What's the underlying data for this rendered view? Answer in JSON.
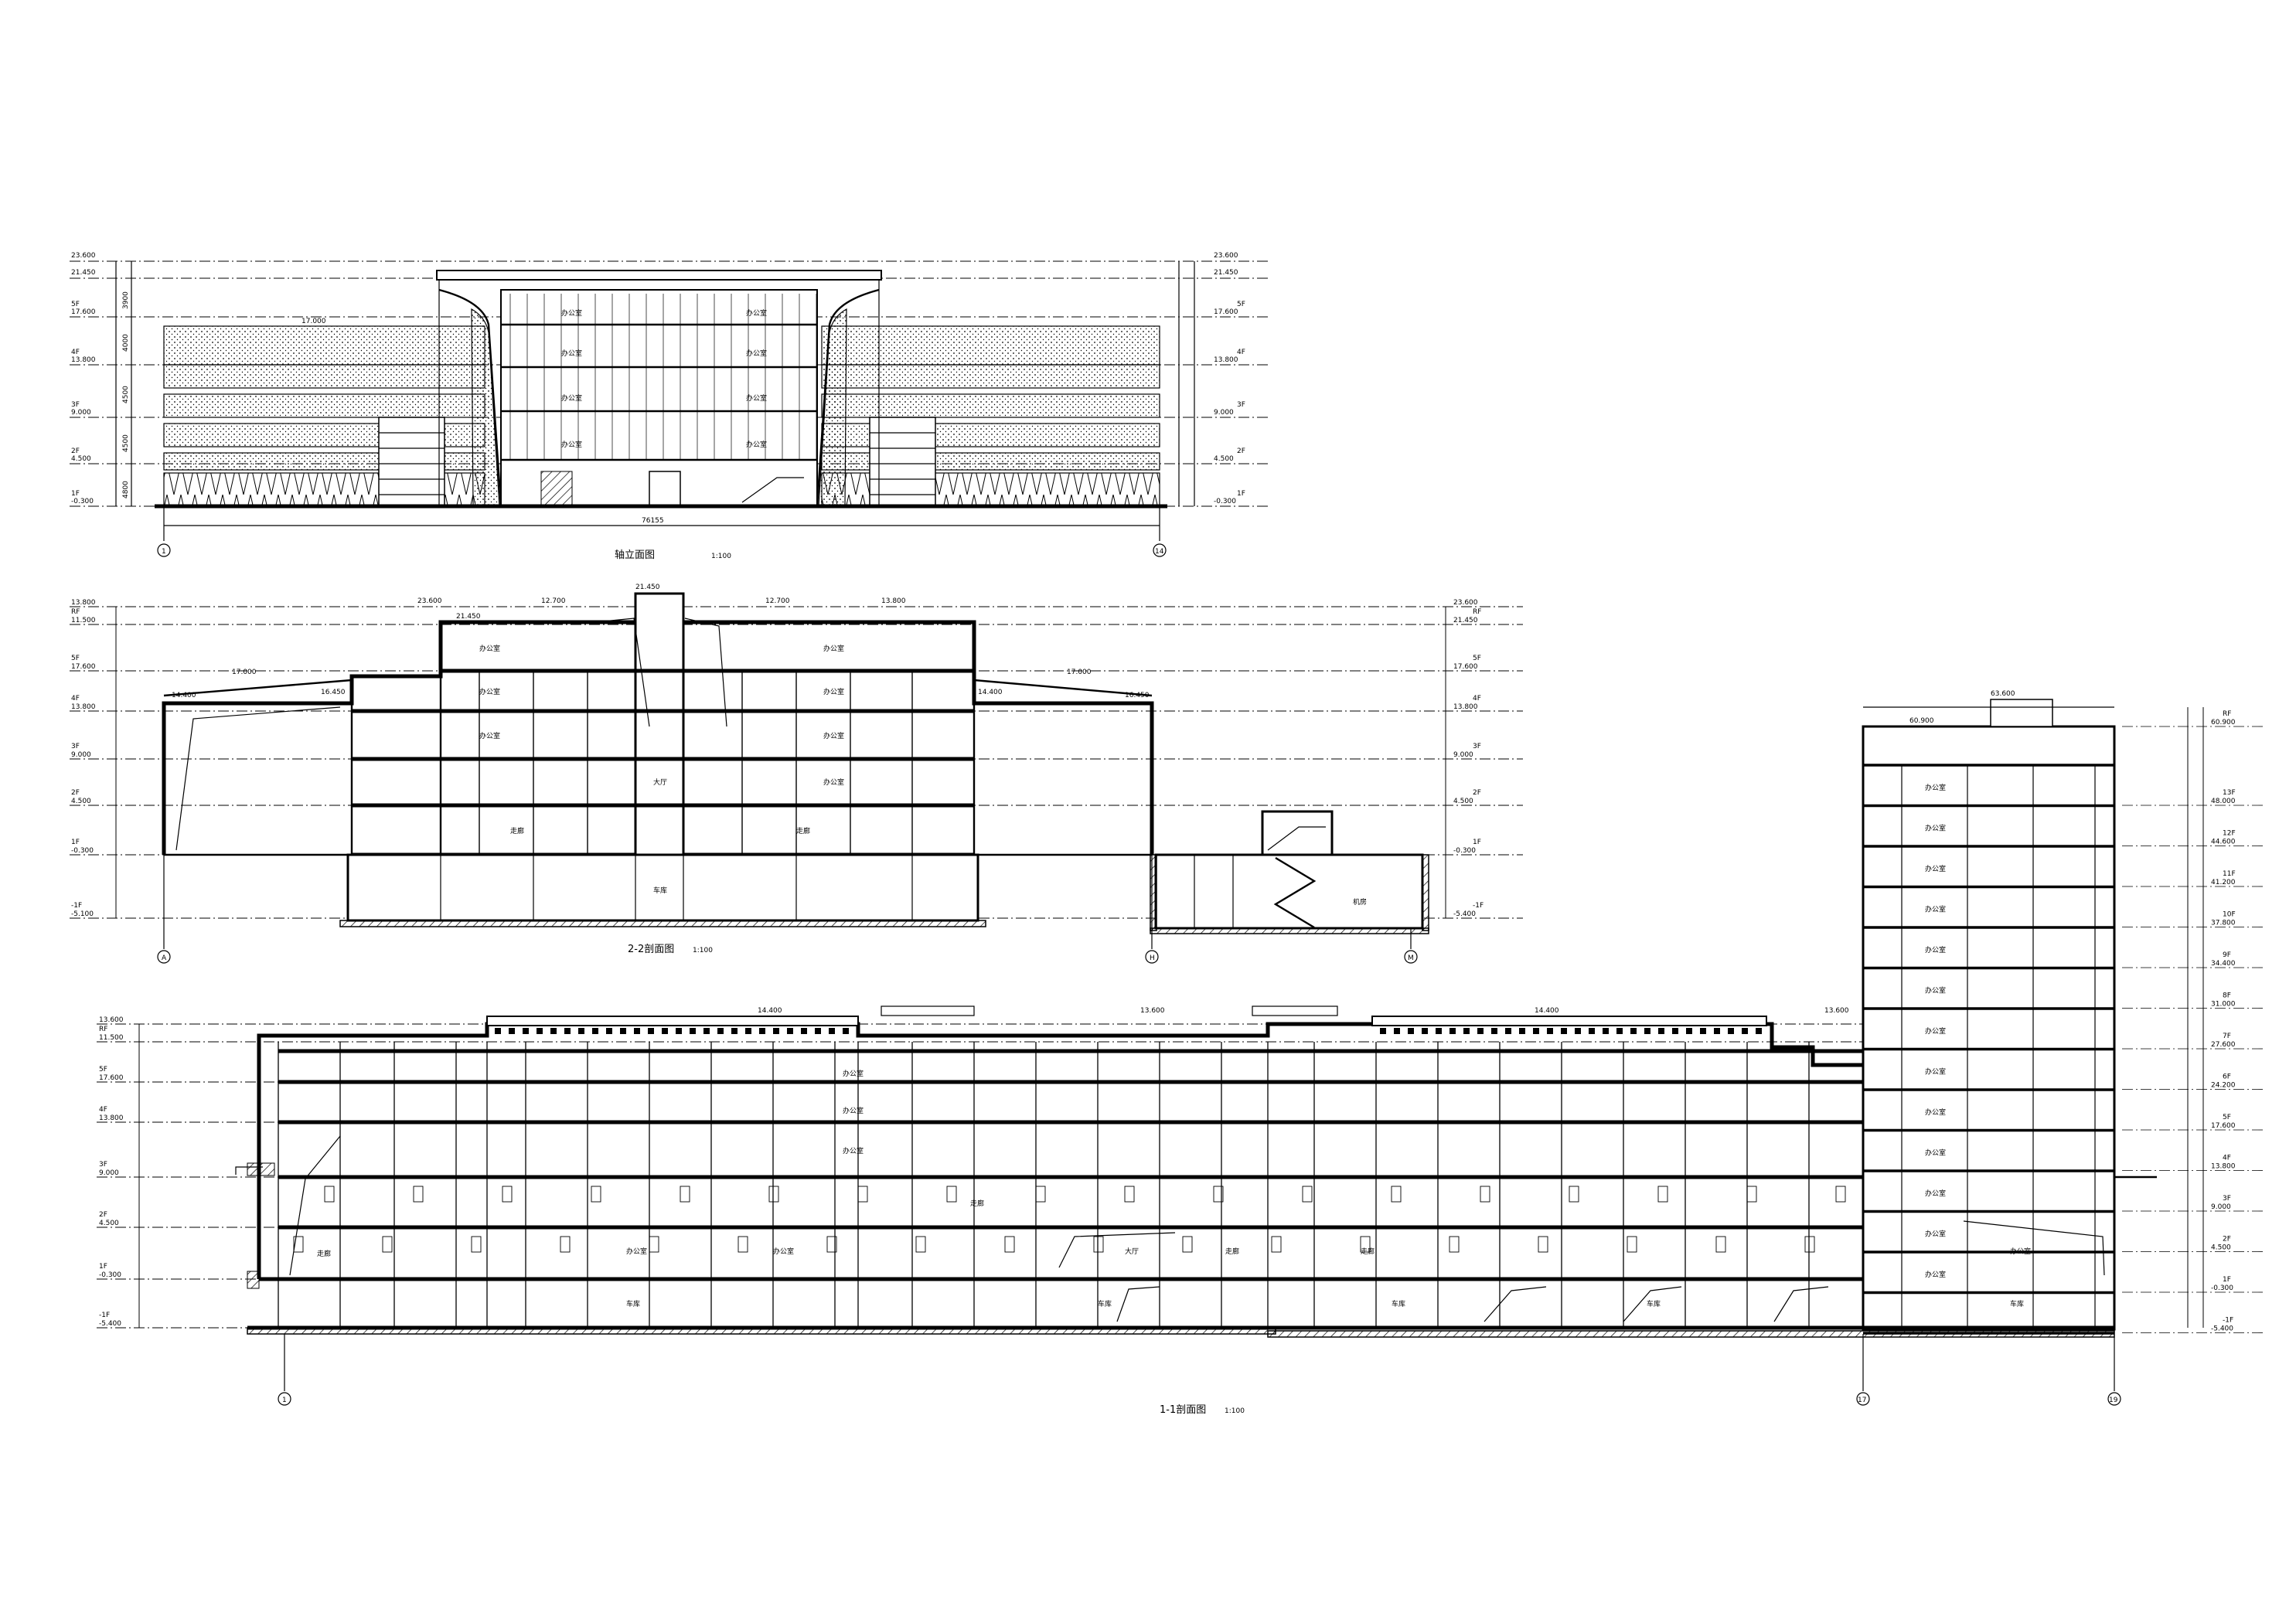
{
  "elevation": {
    "title": "轴立面图",
    "scale": "1:100",
    "total_width": "76155",
    "axis_left": "1",
    "axis_right": "14",
    "levels": [
      {
        "name": "",
        "elev": "23.600"
      },
      {
        "name": "",
        "elev": "21.450"
      },
      {
        "name": "5F",
        "elev": "17.600"
      },
      {
        "name": "4F",
        "elev": "13.800"
      },
      {
        "name": "3F",
        "elev": "9.000"
      },
      {
        "name": "2F",
        "elev": "4.500"
      },
      {
        "name": "1F",
        "elev": "-0.300"
      }
    ],
    "dims": [
      "3900",
      "4000",
      "4500",
      "4500",
      "4800"
    ],
    "roof_mark": "17.000",
    "room_labels": [
      "办公室",
      "办公室",
      "办公室",
      "办公室",
      "办公室",
      "办公室",
      "办公室",
      "办公室"
    ]
  },
  "section22": {
    "title": "2-2剖面图",
    "scale": "1:100",
    "axis_left": "A",
    "axis_mid": "H",
    "axis_right": "M",
    "top_marks": [
      "23.600",
      "21.450",
      "12.700",
      "21.450",
      "12.700",
      "13.800"
    ],
    "levels_left": [
      {
        "name": "",
        "elev": "13.800"
      },
      {
        "name": "RF",
        "elev": "11.500"
      },
      {
        "name": "5F",
        "elev": "17.600"
      },
      {
        "name": "4F",
        "elev": "13.800"
      },
      {
        "name": "3F",
        "elev": "9.000"
      },
      {
        "name": "2F",
        "elev": "4.500"
      },
      {
        "name": "1F",
        "elev": "-0.300"
      },
      {
        "name": "-1F",
        "elev": "-5.100"
      }
    ],
    "levels_right": [
      {
        "name": "",
        "elev": "23.600"
      },
      {
        "name": "RF",
        "elev": "21.450"
      },
      {
        "name": "5F",
        "elev": "17.600"
      },
      {
        "name": "4F",
        "elev": "13.800"
      },
      {
        "name": "3F",
        "elev": "9.000"
      },
      {
        "name": "2F",
        "elev": "4.500"
      },
      {
        "name": "1F",
        "elev": "-0.300"
      },
      {
        "name": "-1F",
        "elev": "-5.400"
      }
    ],
    "marks_inner": [
      "14.400",
      "17.000",
      "16.450",
      "14.400",
      "17.000",
      "16.450"
    ],
    "room_labels": [
      "办公室",
      "办公室",
      "办公室",
      "办公室",
      "办公室",
      "办公室",
      "大厅",
      "办公室",
      "走廊",
      "走廊",
      "车库",
      "机房"
    ]
  },
  "tower": {
    "top_elev": "63.600",
    "roof_elev": "60.900",
    "levels": [
      {
        "name": "RF",
        "elev": "60.900"
      },
      {
        "name": "13F",
        "elev": "48.000"
      },
      {
        "name": "12F",
        "elev": "44.600"
      },
      {
        "name": "11F",
        "elev": "41.200"
      },
      {
        "name": "10F",
        "elev": "37.800"
      },
      {
        "name": "9F",
        "elev": "34.400"
      },
      {
        "name": "8F",
        "elev": "31.000"
      },
      {
        "name": "7F",
        "elev": "27.600"
      },
      {
        "name": "6F",
        "elev": "24.200"
      },
      {
        "name": "5F",
        "elev": "17.600"
      },
      {
        "name": "4F",
        "elev": "13.800"
      },
      {
        "name": "3F",
        "elev": "9.000"
      },
      {
        "name": "2F",
        "elev": "4.500"
      },
      {
        "name": "1F",
        "elev": "-0.300"
      },
      {
        "name": "-1F",
        "elev": "-5.400"
      }
    ],
    "room_label": "办公室"
  },
  "section11": {
    "title": "1-1剖面图",
    "scale": "1:100",
    "axis_left": "1",
    "axis_mid": "17",
    "axis_right": "19",
    "top_marks": [
      "14.400",
      "13.600",
      "14.400",
      "13.600"
    ],
    "levels": [
      {
        "name": "",
        "elev": "13.600"
      },
      {
        "name": "RF",
        "elev": "11.500"
      },
      {
        "name": "5F",
        "elev": "17.600"
      },
      {
        "name": "4F",
        "elev": "13.800"
      },
      {
        "name": "3F",
        "elev": "9.000"
      },
      {
        "name": "2F",
        "elev": "4.500"
      },
      {
        "name": "1F",
        "elev": "-0.300"
      },
      {
        "name": "-1F",
        "elev": "-5.400"
      }
    ],
    "room_labels": [
      "走廊",
      "办公室",
      "走廊",
      "办公室",
      "大厅",
      "走廊",
      "车库",
      "车库",
      "车库",
      "车库",
      "车库",
      "走廊",
      "办公室",
      "办公室",
      "办公室",
      "办公室"
    ]
  }
}
